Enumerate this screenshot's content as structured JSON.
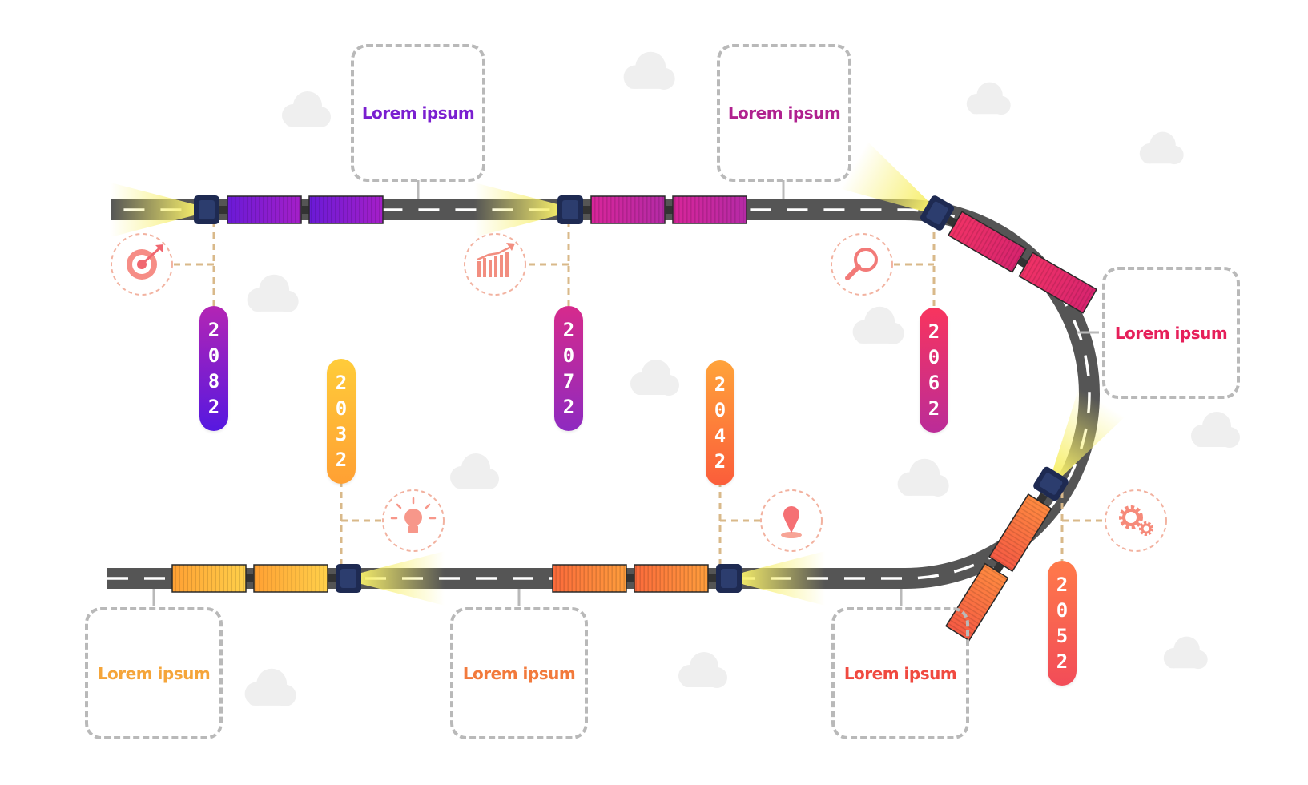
{
  "colors": {
    "road": "#555555",
    "road_dash": "#ffffff",
    "connector": "#d9b98a",
    "box_border": "#b9b9b9",
    "icon_circle": "#f2b2a0",
    "locomotive": "#1e2a52",
    "headlight": "#f7ef6a",
    "cloud": "#efefef"
  },
  "milestones": [
    {
      "year": [
        "2",
        "0",
        "3",
        "2"
      ],
      "colors": [
        "#ffcc3a",
        "#ffa033"
      ],
      "icon": "lightbulb-icon"
    },
    {
      "year": [
        "2",
        "0",
        "4",
        "2"
      ],
      "colors": [
        "#ffa33a",
        "#fb5d3a"
      ],
      "icon": "map-pin-icon"
    },
    {
      "year": [
        "2",
        "0",
        "5",
        "2"
      ],
      "colors": [
        "#ff7a4a",
        "#f24c58"
      ],
      "icon": "gears-icon"
    },
    {
      "year": [
        "2",
        "0",
        "6",
        "2"
      ],
      "colors": [
        "#f8345e",
        "#bb2c98"
      ],
      "icon": "magnifier-icon"
    },
    {
      "year": [
        "2",
        "0",
        "7",
        "2"
      ],
      "colors": [
        "#d62a8c",
        "#8e2ac0"
      ],
      "icon": "bar-chart-icon"
    },
    {
      "year": [
        "2",
        "0",
        "8",
        "2"
      ],
      "colors": [
        "#b325b4",
        "#5618e0"
      ],
      "icon": "target-icon"
    }
  ],
  "boxes": [
    {
      "label": "Lorem ipsum",
      "color": "#7a1fd0"
    },
    {
      "label": "Lorem ipsum",
      "color": "#b0218f"
    },
    {
      "label": "Lorem ipsum",
      "color": "#e61f5a"
    },
    {
      "label": "Lorem ipsum",
      "color": "#f5a53a"
    },
    {
      "label": "Lorem ipsum",
      "color": "#f27a3c"
    },
    {
      "label": "Lorem ipsum",
      "color": "#f04a40"
    }
  ]
}
